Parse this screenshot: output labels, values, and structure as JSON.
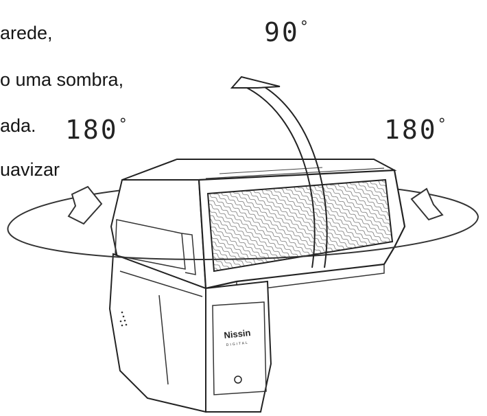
{
  "text_lines": [
    "arede,",
    "o uma sombra,",
    "ada.",
    "uavizar"
  ],
  "labels": {
    "rotate_vertical": "90",
    "rotate_left": "180",
    "rotate_right": "180",
    "degree_symbol": "°",
    "brand": "Nissin",
    "brand_sub": "DIGITAL"
  }
}
